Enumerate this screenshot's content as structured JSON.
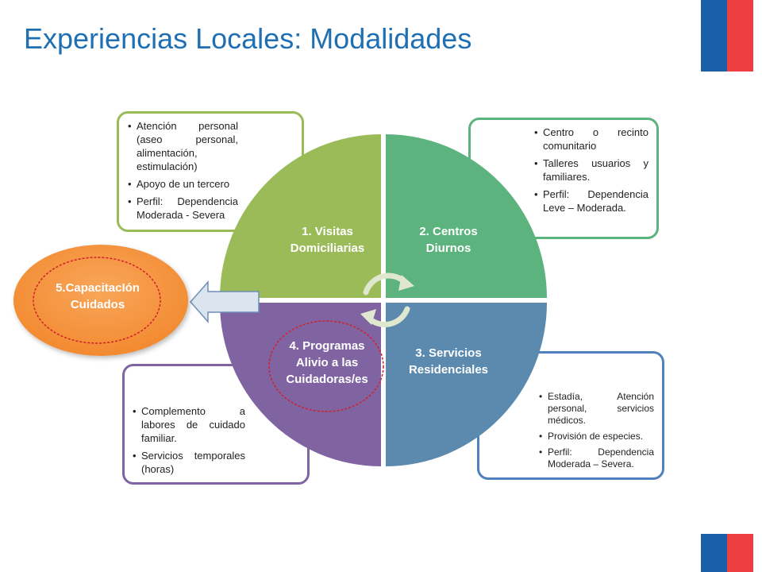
{
  "slide": {
    "title": "Experiencias Locales: Modalidades"
  },
  "colors": {
    "title": "#1f6fb2",
    "quadrant_1": "#9bbb59",
    "quadrant_2": "#5db37e",
    "quadrant_3": "#5b8aae",
    "quadrant_4": "#8064a2",
    "capacitacion": "#f79646",
    "dashed_circle": "#d0202a",
    "flag_blue": "#1b5fa8",
    "flag_red": "#ef3e42"
  },
  "quadrants": [
    {
      "label_line1": "1. Visitas",
      "label_line2": "Domiciliarias",
      "bullets": [
        "Atención personal (aseo personal, alimentación, estimulación)",
        "Apoyo de un tercero",
        "Perfil: Dependencia Moderada - Severa"
      ]
    },
    {
      "label_line1": "2. Centros",
      "label_line2": "Diurnos",
      "bullets": [
        "Centro o recinto comunitario",
        "Talleres usuarios y familiares.",
        "Perfil: Dependencia Leve – Moderada."
      ]
    },
    {
      "label_line1": "3. Servicios",
      "label_line2": "Residenciales",
      "bullets": [
        "Estadía, Atención personal, servicios médicos.",
        "Provisión de especies.",
        "Perfil: Dependencia Moderada – Severa."
      ]
    },
    {
      "label_line1": "4. Programas",
      "label_line2": "Alivio a las",
      "label_line3": "Cuidadoras/es",
      "bullets": [
        "Complemento a labores de cuidado familiar.",
        "Servicios temporales (horas)"
      ]
    }
  ],
  "capacitacion": {
    "label_line1": "5.CapacitacIón",
    "label_line2": "Cuidados"
  },
  "icons": {
    "center": "cycle-arrows-icon",
    "pointer": "left-arrow-icon"
  }
}
